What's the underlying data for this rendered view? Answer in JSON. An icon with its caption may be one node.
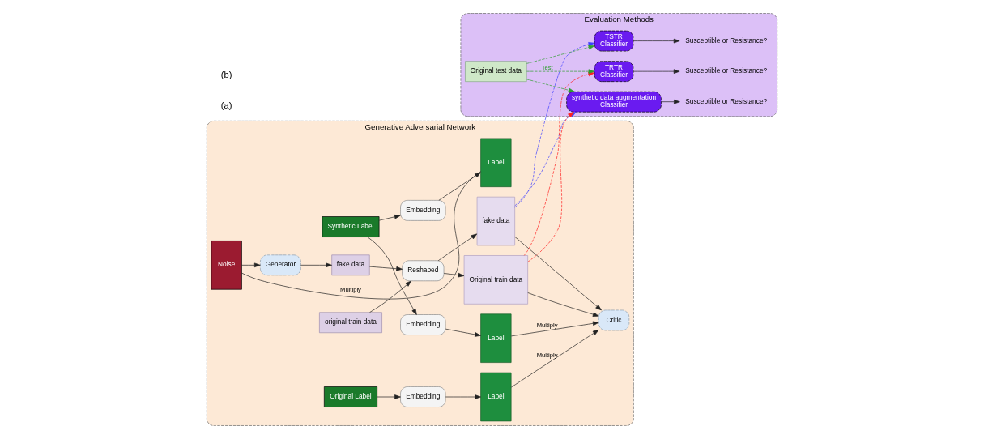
{
  "diagram": {
    "nodes": [
      {
        "text": [
          "Generative Adversarial Network"
        ]
      },
      {
        "text": [
          "Synthetic Label"
        ],
        "in": 0
      },
      {
        "text": [
          "Embedding"
        ],
        "in": 0
      },
      {
        "text": [
          "Label"
        ],
        "in": 0
      },
      {
        "text": [
          "Noise"
        ],
        "in": 0
      },
      {
        "text": [
          "Generator"
        ],
        "in": 0
      },
      {
        "text": [
          "fake data"
        ],
        "in": 0
      },
      {
        "text": [
          "original train data"
        ],
        "in": 0
      },
      {
        "text": [
          "Reshaped"
        ],
        "in": 0
      },
      {
        "text": [
          "Embedding"
        ],
        "in": 0
      },
      {
        "text": [
          "Label"
        ],
        "in": 0
      },
      {
        "text": [
          "fake data"
        ],
        "in": 0
      },
      {
        "text": [
          "Original train data"
        ],
        "in": 0
      },
      {
        "text": [
          "Original Label"
        ],
        "in": 0
      },
      {
        "text": [
          "Embedding"
        ],
        "in": 0
      },
      {
        "text": [
          "Label"
        ],
        "in": 0
      },
      {
        "text": [
          "Critic"
        ],
        "in": 0
      },
      {
        "text": [
          "Evaluation Methods"
        ]
      },
      {
        "text": [
          "Original test data"
        ],
        "in": 17
      },
      {
        "text": [
          "TRTR",
          "Classifier"
        ],
        "in": 17
      },
      {
        "text": [
          "TSTR",
          "Classifier"
        ],
        "in": 17
      },
      {
        "text": [
          "synthetic data augmentation",
          "Classifier"
        ],
        "in": 17
      },
      {
        "text": [
          "Susceptible or Resistance?"
        ],
        "in": 17
      },
      {
        "text": [
          "Susceptible or Resistance?"
        ],
        "in": 17
      },
      {
        "text": [
          "Susceptible or Resistance?"
        ],
        "in": 17
      }
    ],
    "edges": [
      {
        "from": 1,
        "to": 9,
        "arrow": "to"
      },
      {
        "from": 1,
        "to": 2,
        "arrow": "to"
      },
      {
        "from": 2,
        "to": 3,
        "arrow": "to"
      },
      {
        "from": 3,
        "to": 4,
        "arrow": "none",
        "label": "Multiply"
      },
      {
        "from": 4,
        "to": 5,
        "arrow": "to"
      },
      {
        "from": 5,
        "to": 6,
        "arrow": "to"
      },
      {
        "from": 6,
        "to": 8,
        "arrow": "to"
      },
      {
        "from": 7,
        "to": 8,
        "arrow": "to"
      },
      {
        "from": 8,
        "to": 11,
        "arrow": "to"
      },
      {
        "from": 8,
        "to": 12,
        "arrow": "to"
      },
      {
        "from": 9,
        "to": 10,
        "arrow": "to"
      },
      {
        "from": 13,
        "to": 14,
        "arrow": "to"
      },
      {
        "from": 14,
        "to": 15,
        "arrow": "to"
      },
      {
        "from": 10,
        "to": 16,
        "arrow": "to",
        "label": "Multiply"
      },
      {
        "from": 11,
        "to": 16,
        "arrow": "to"
      },
      {
        "from": 12,
        "to": 16,
        "arrow": "to"
      },
      {
        "from": 15,
        "to": 16,
        "arrow": "to",
        "label": "Multiply"
      },
      {
        "from": 18,
        "to": 19,
        "arrow": "to",
        "style": "dashed",
        "color": "#2e9e2e",
        "label": "Test"
      },
      {
        "from": 18,
        "to": 20,
        "arrow": "to",
        "style": "dashed",
        "color": "#2e9e2e"
      },
      {
        "from": 18,
        "to": 21,
        "arrow": "to",
        "style": "dashed",
        "color": "#2e9e2e"
      },
      {
        "from": 12,
        "to": 19,
        "arrow": "to",
        "style": "dashed",
        "color": "#ff2020"
      },
      {
        "from": 12,
        "to": 21,
        "arrow": "to",
        "style": "dashed",
        "color": "#ff2020"
      },
      {
        "from": 11,
        "to": 20,
        "arrow": "to",
        "style": "dashed",
        "color": "#4040ff"
      },
      {
        "from": 11,
        "to": 21,
        "arrow": "to",
        "style": "dashed",
        "color": "#4040ff"
      },
      {
        "from": 19,
        "to": 22,
        "arrow": "to"
      },
      {
        "from": 20,
        "to": 23,
        "arrow": "to"
      },
      {
        "from": 21,
        "to": 24,
        "arrow": "to"
      }
    ],
    "labels": [
      "(a)",
      "(b)"
    ]
  }
}
